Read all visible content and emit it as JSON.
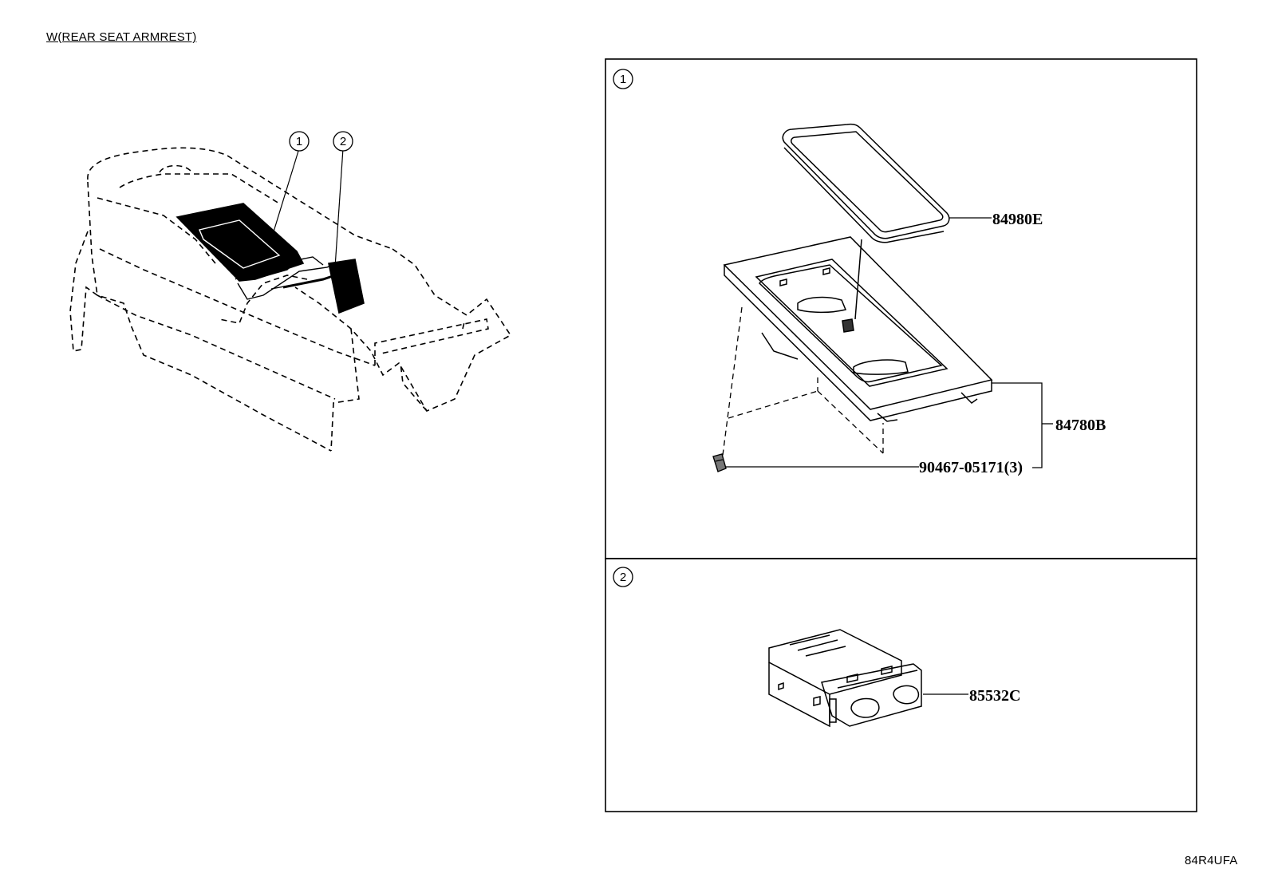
{
  "title": "W(REAR SEAT ARMREST)",
  "diagram_id": "84R4UFA",
  "overview": {
    "callouts": [
      {
        "num": "1"
      },
      {
        "num": "2"
      }
    ]
  },
  "panels": [
    {
      "num": "1",
      "parts": [
        {
          "code": "84980E"
        },
        {
          "code": "84780B"
        },
        {
          "code": "90467-05171(3)"
        }
      ]
    },
    {
      "num": "2",
      "parts": [
        {
          "code": "85532C"
        }
      ]
    }
  ]
}
